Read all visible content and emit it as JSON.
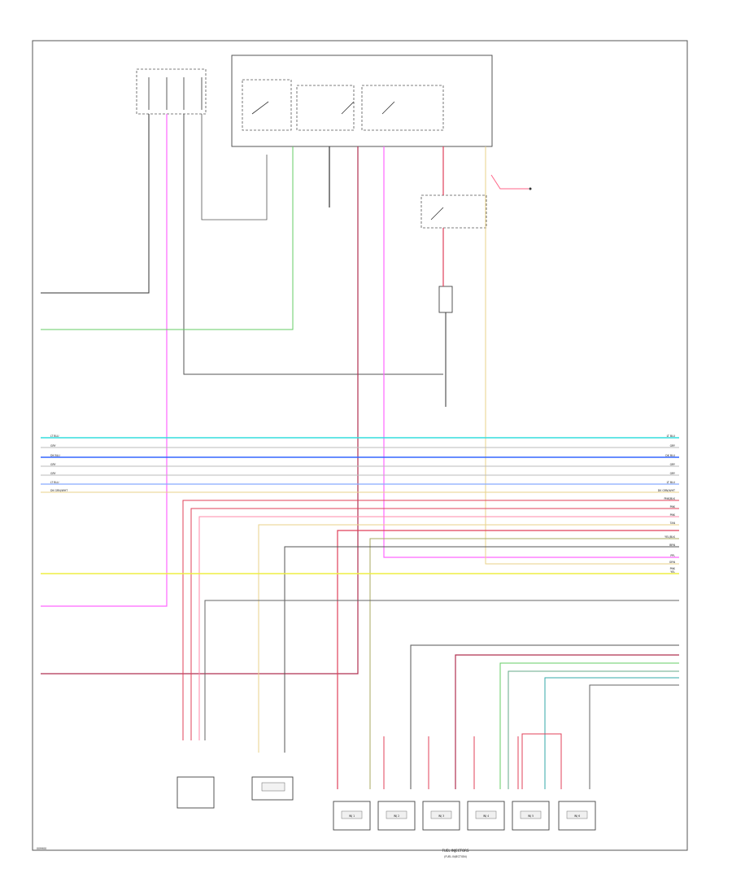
{
  "diagram_id": "009900",
  "colors": {
    "black": "#333333",
    "pink": "#ff66ff",
    "green": "#66cc66",
    "red": "#e0405a",
    "dkred": "#b03050",
    "cyan": "#33dddd",
    "blue": "#3366ff",
    "lightblue": "#88aaff",
    "yellow": "#eeee44",
    "tan": "#e8d28a",
    "gray": "#888888",
    "ltgray": "#bbbbbb",
    "teal": "#33aaaa"
  },
  "footer": {
    "line1": "FUEL INJECTORS",
    "line2": "(FUEL INJECTION)"
  },
  "bus_labels_left": [
    "LT BLU",
    "GRY",
    "DK BLU",
    "GRY",
    "GRY",
    "LT BLU",
    "DK GRN/WHT"
  ],
  "bus_labels_right": [
    "LT BLU",
    "GRY",
    "DK BLU",
    "GRY",
    "GRY",
    "LT BLU",
    "DK GRN/WHT",
    "PNK/BLK",
    "PNK",
    "PNK",
    "TAN",
    "YEL/BLK",
    "BRN",
    "PPL",
    "GRN",
    "PNK",
    "YEL"
  ],
  "injectors": [
    "INJ 1",
    "INJ 2",
    "INJ 3",
    "INJ 4",
    "INJ 5",
    "INJ 6"
  ]
}
